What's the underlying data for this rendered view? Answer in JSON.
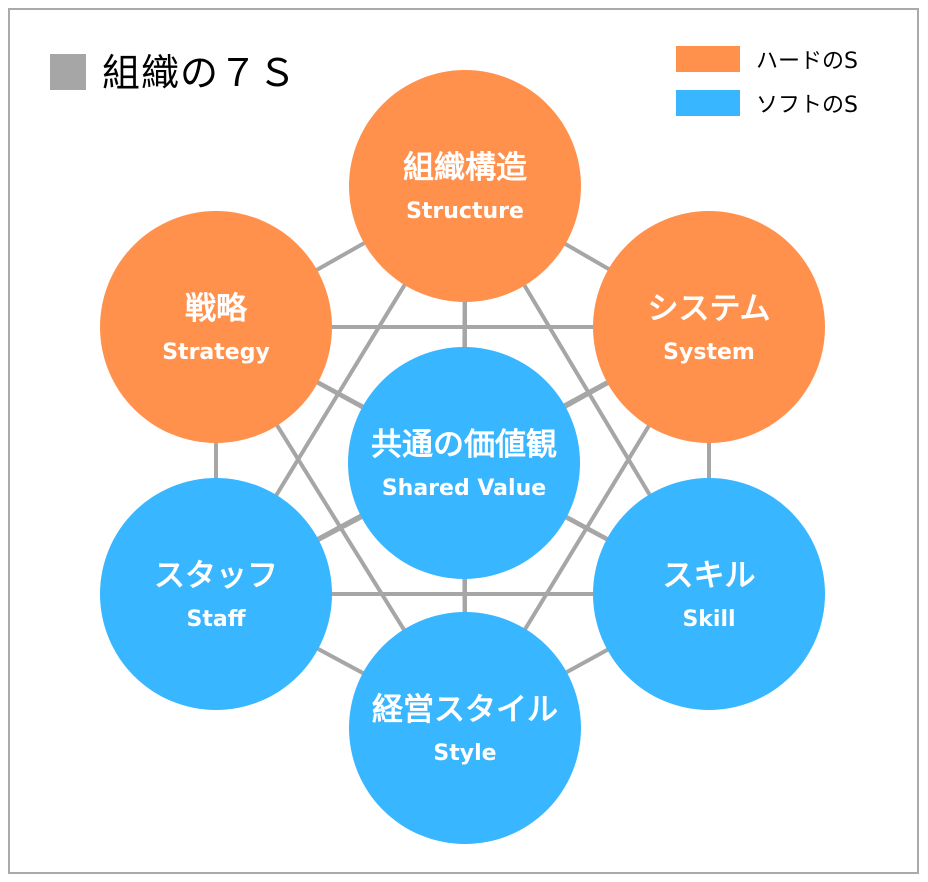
{
  "title": "組織の７Ｓ",
  "colors": {
    "hard": "#FF914D",
    "soft": "#38B6FF",
    "line": "#A6A6A6"
  },
  "legend": [
    {
      "label": "ハードのS",
      "type": "hard"
    },
    {
      "label": "ソフトのS",
      "type": "soft"
    }
  ],
  "nodes": [
    {
      "id": "structure",
      "jp": "組織構造",
      "en": "Structure",
      "type": "hard"
    },
    {
      "id": "strategy",
      "jp": "戦略",
      "en": "Strategy",
      "type": "hard"
    },
    {
      "id": "system",
      "jp": "システム",
      "en": "System",
      "type": "hard"
    },
    {
      "id": "shared-value",
      "jp": "共通の価値観",
      "en": "Shared Value",
      "type": "soft"
    },
    {
      "id": "staff",
      "jp": "スタッフ",
      "en": "Staff",
      "type": "soft"
    },
    {
      "id": "skill",
      "jp": "スキル",
      "en": "Skill",
      "type": "soft"
    },
    {
      "id": "style",
      "jp": "経営スタイル",
      "en": "Style",
      "type": "soft"
    }
  ]
}
